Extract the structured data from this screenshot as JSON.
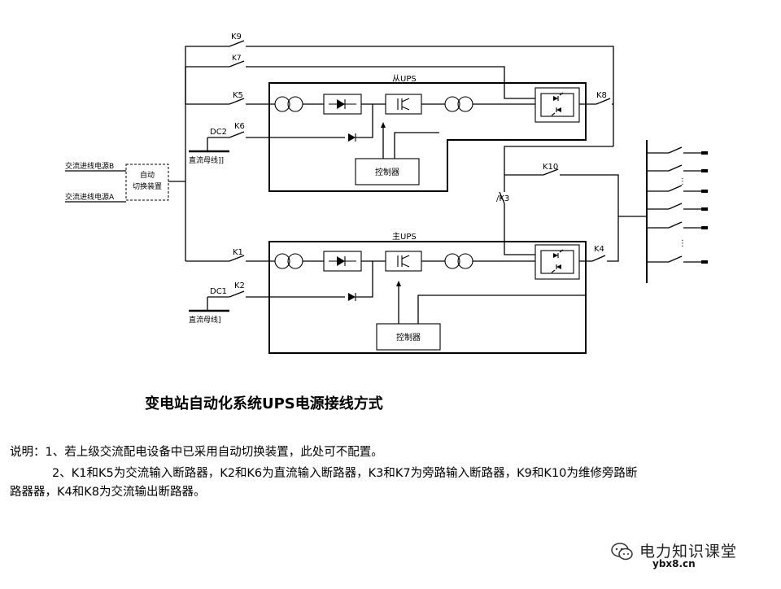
{
  "diagram": {
    "caption": "变电站自动化系统UPS电源接线方式",
    "slave_ups_label": "从UPS",
    "main_ups_label": "主UPS",
    "controller_label": "控制器",
    "source_b": "交流进线电源B",
    "source_a": "交流进线电源A",
    "ats_line1": "自动",
    "ats_line2": "切换装置",
    "dc_bus_top": "直流母线]]",
    "dc_bus_bottom": "直流母线]",
    "breakers": {
      "k1": "K1",
      "k2": "K2",
      "k3": "/K3",
      "k4": "K4",
      "k5": "K5",
      "k6": "K6",
      "k7": "K7",
      "k8": "K8",
      "k9": "K9",
      "k10": "K10"
    },
    "dc1": "DC1",
    "dc2": "DC2",
    "ellipsis": "⋮"
  },
  "notes": {
    "line1": "说明：1、若上级交流配电设备中已采用自动切换装置，此处可不配置。",
    "line2": "2、K1和K5为交流输入断路器，K2和K6为直流输入断路器，K3和K7为旁路输入断路器，K9和K10为维修旁路断",
    "line3": "路器器，K4和K8为交流输出断路器。"
  },
  "watermark": {
    "title": "电力知识课堂",
    "url": "ybx8.cn"
  }
}
